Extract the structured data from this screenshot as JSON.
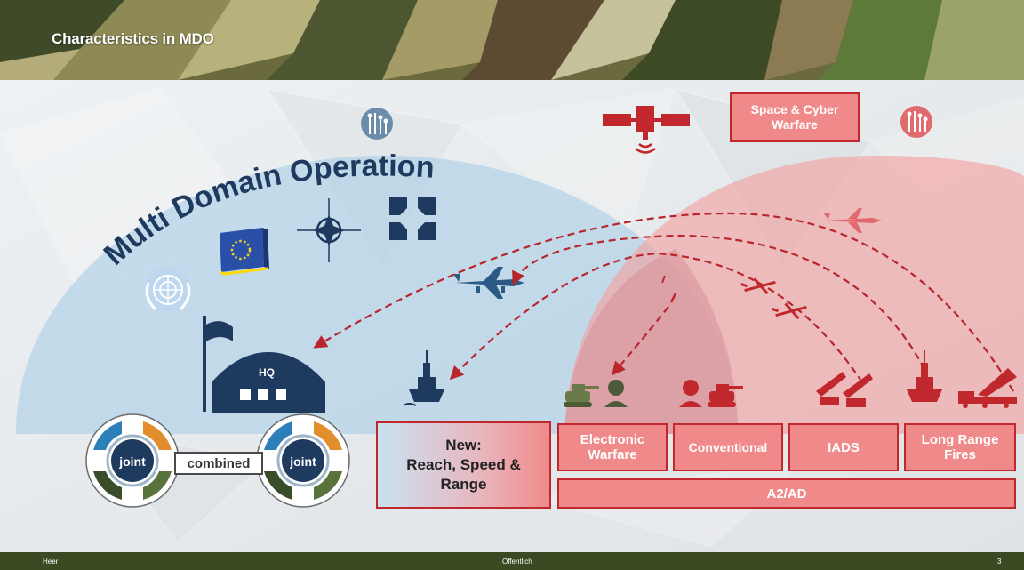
{
  "header": {
    "title": "Characteristics in MDO"
  },
  "arc_label": "Multi Domain Operation",
  "boxes": {
    "space_cyber": "Space & Cyber\nWarfare",
    "new_title": "New:",
    "new_body": "Reach, Speed &\nRange",
    "electronic_warfare": "Electronic\nWarfare",
    "conventional": "Conventional",
    "iads": "IADS",
    "long_range_fires": "Long Range\nFires",
    "a2ad": "A2/AD"
  },
  "joint_left": "joint",
  "joint_right": "joint",
  "combined": "combined",
  "hq_label": "HQ",
  "footer": {
    "left": "Heer",
    "center": "Öffentlich",
    "right": "3"
  },
  "colors": {
    "friendly": "#1f3a5f",
    "adversary": "#c0282d",
    "friendly_zone": "#a9cde6",
    "adversary_zone": "#f2a3a3"
  }
}
